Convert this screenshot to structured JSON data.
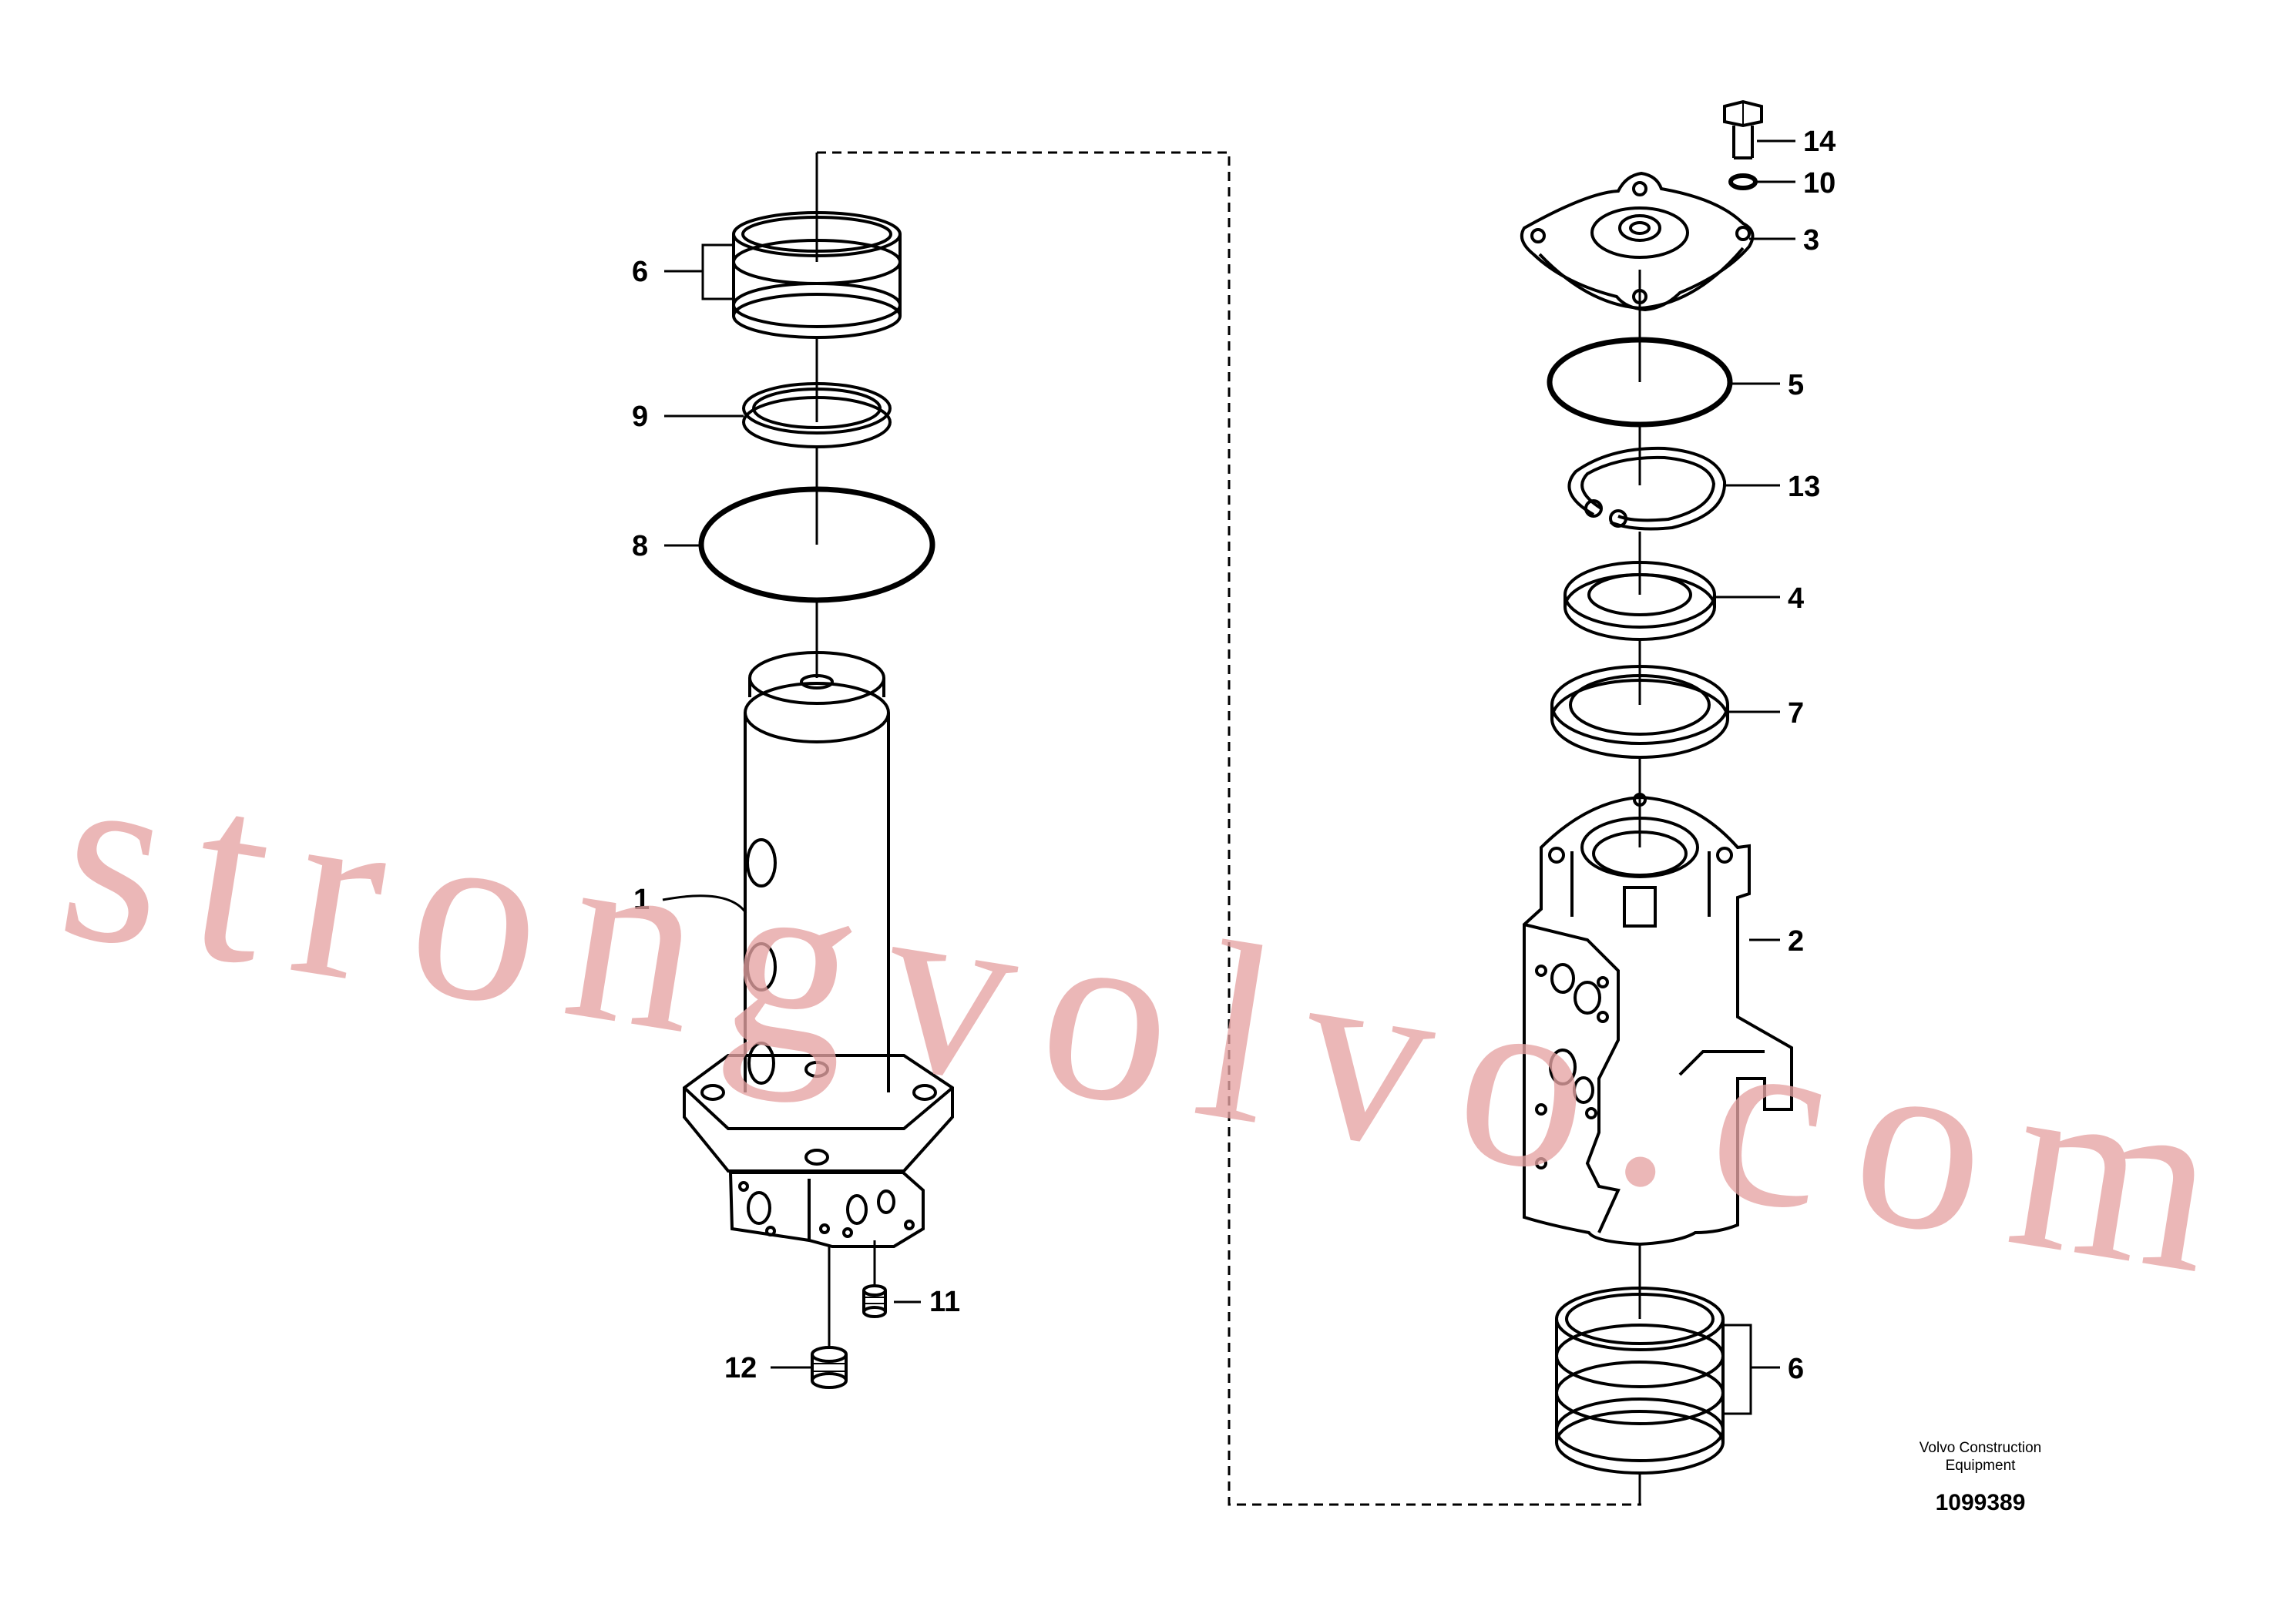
{
  "callouts": {
    "c1": "1",
    "c2": "2",
    "c3": "3",
    "c4": "4",
    "c5": "5",
    "c6_top": "6",
    "c6_bottom": "6",
    "c7": "7",
    "c8": "8",
    "c9": "9",
    "c10": "10",
    "c11": "11",
    "c12": "12",
    "c13": "13",
    "c14": "14"
  },
  "footer": {
    "company_line1": "Volvo Construction",
    "company_line2": "Equipment",
    "drawing_number": "1099389"
  },
  "watermark": {
    "text": "strongvolvo.com",
    "color": "#e6a3a3"
  },
  "colors": {
    "line": "#000000",
    "background": "#ffffff"
  }
}
